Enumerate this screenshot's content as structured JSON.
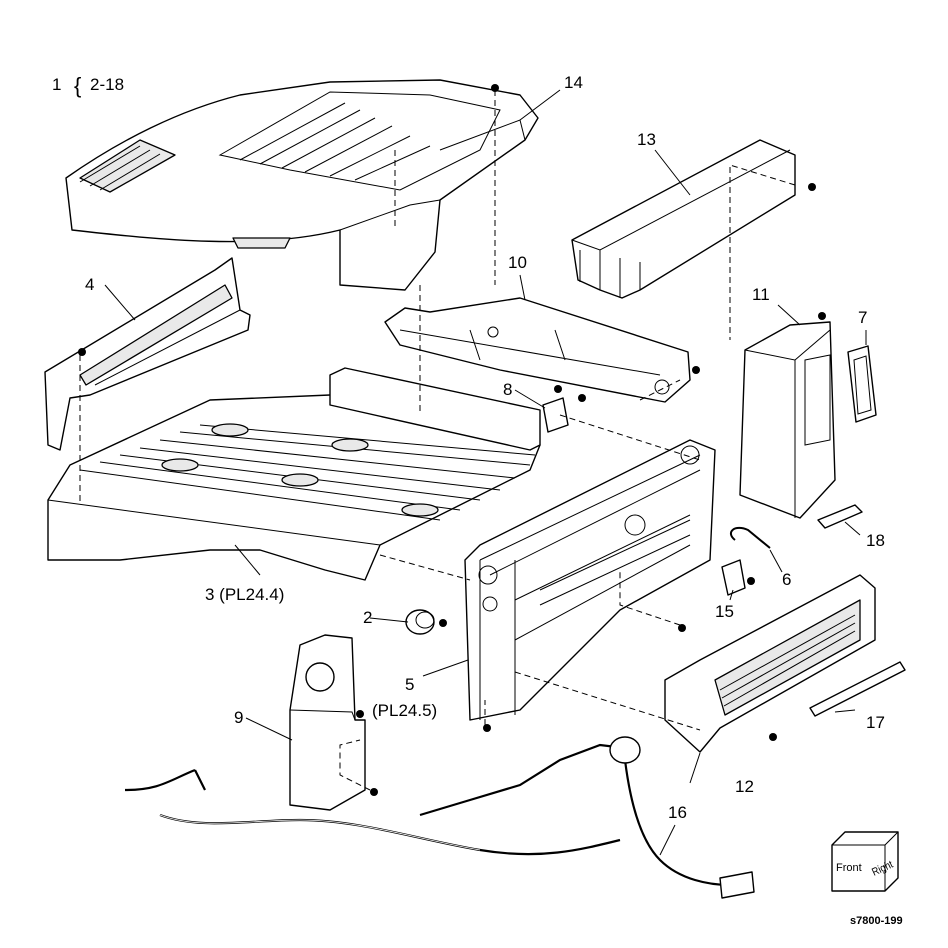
{
  "figure_id": "s7800-199",
  "assembly": {
    "number": "1",
    "range": "2-18"
  },
  "callouts": [
    {
      "id": "c2",
      "text": "2"
    },
    {
      "id": "c3",
      "text": "3 (PL24.4)"
    },
    {
      "id": "c4",
      "text": "4"
    },
    {
      "id": "c5a",
      "text": "5"
    },
    {
      "id": "c5b",
      "text": "(PL24.5)"
    },
    {
      "id": "c6",
      "text": "6"
    },
    {
      "id": "c7",
      "text": "7"
    },
    {
      "id": "c8",
      "text": "8"
    },
    {
      "id": "c9",
      "text": "9"
    },
    {
      "id": "c10",
      "text": "10"
    },
    {
      "id": "c11",
      "text": "11"
    },
    {
      "id": "c12",
      "text": "12"
    },
    {
      "id": "c13",
      "text": "13"
    },
    {
      "id": "c14",
      "text": "14"
    },
    {
      "id": "c15",
      "text": "15"
    },
    {
      "id": "c16",
      "text": "16"
    },
    {
      "id": "c17",
      "text": "17"
    },
    {
      "id": "c18",
      "text": "18"
    }
  ],
  "orientation_cube": {
    "front": "Front",
    "right": "Right"
  }
}
